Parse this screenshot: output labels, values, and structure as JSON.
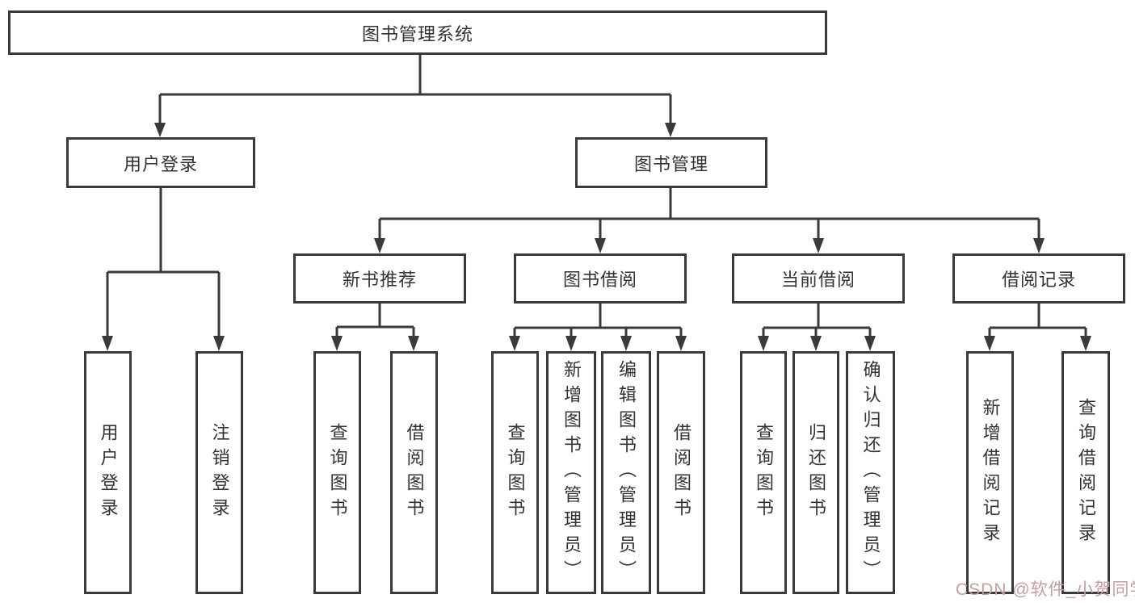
{
  "colors": {
    "line": "#3a3a3a",
    "text": "#333333",
    "background": "#ffffff",
    "watermark": "#c79e9e"
  },
  "watermark": "CSDN @软件_小贺同学",
  "nodes": {
    "root": {
      "label": "图书管理系统"
    },
    "level2": [
      {
        "id": "user-login",
        "label": "用户登录"
      },
      {
        "id": "book-management",
        "label": "图书管理"
      }
    ],
    "level3": [
      {
        "id": "new-book-recommend",
        "label": "新书推荐"
      },
      {
        "id": "book-borrowing",
        "label": "图书借阅"
      },
      {
        "id": "current-borrowing",
        "label": "当前借阅"
      },
      {
        "id": "borrowing-records",
        "label": "借阅记录"
      }
    ],
    "leaves": [
      {
        "parent": "用户登录",
        "label": "用户登录"
      },
      {
        "parent": "用户登录",
        "label": "注销登录"
      },
      {
        "parent": "新书推荐",
        "label": "查询图书"
      },
      {
        "parent": "新书推荐",
        "label": "借阅图书"
      },
      {
        "parent": "图书借阅",
        "label": "查询图书"
      },
      {
        "parent": "图书借阅",
        "label": "新增图书（管理员）"
      },
      {
        "parent": "图书借阅",
        "label": "编辑图书（管理员）"
      },
      {
        "parent": "图书借阅",
        "label": "借阅图书"
      },
      {
        "parent": "当前借阅",
        "label": "查询图书"
      },
      {
        "parent": "当前借阅",
        "label": "归还图书"
      },
      {
        "parent": "当前借阅",
        "label": "确认归还（管理员）"
      },
      {
        "parent": "借阅记录",
        "label": "新增借阅记录"
      },
      {
        "parent": "借阅记录",
        "label": "查询借阅记录"
      }
    ]
  }
}
